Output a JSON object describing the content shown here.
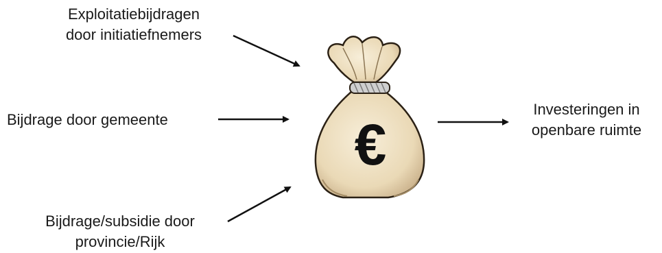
{
  "sources": {
    "top": {
      "line1": "Exploitatiebijdragen",
      "line2": "door initiatiefnemers"
    },
    "middle": {
      "line1": "Bijdrage door gemeente"
    },
    "bottom": {
      "line1": "Bijdrage/subsidie door",
      "line2": "provincie/Rijk"
    }
  },
  "bag": {
    "symbol": "€",
    "icon": "money-bag-icon"
  },
  "target": {
    "line1": "Investeringen in",
    "line2": "openbare ruimte"
  },
  "colors": {
    "bag_fill": "#efe3c9",
    "bag_shadow": "#c9b48e",
    "text": "#1a1a1a",
    "arrow": "#111111"
  }
}
